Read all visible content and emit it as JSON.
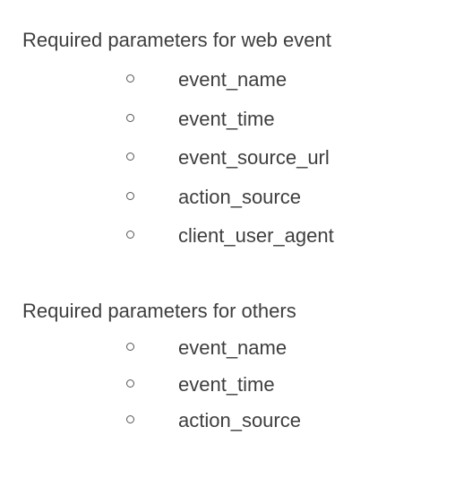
{
  "sections": [
    {
      "heading": "Required parameters for web event",
      "items": [
        "event_name",
        "event_time",
        "event_source_url",
        "action_source",
        "client_user_agent"
      ]
    },
    {
      "heading": "Required parameters for others",
      "items": [
        "event_name",
        "event_time",
        "action_source"
      ]
    }
  ],
  "icons": {
    "bullet": "hollow-circle-bullet-icon"
  }
}
